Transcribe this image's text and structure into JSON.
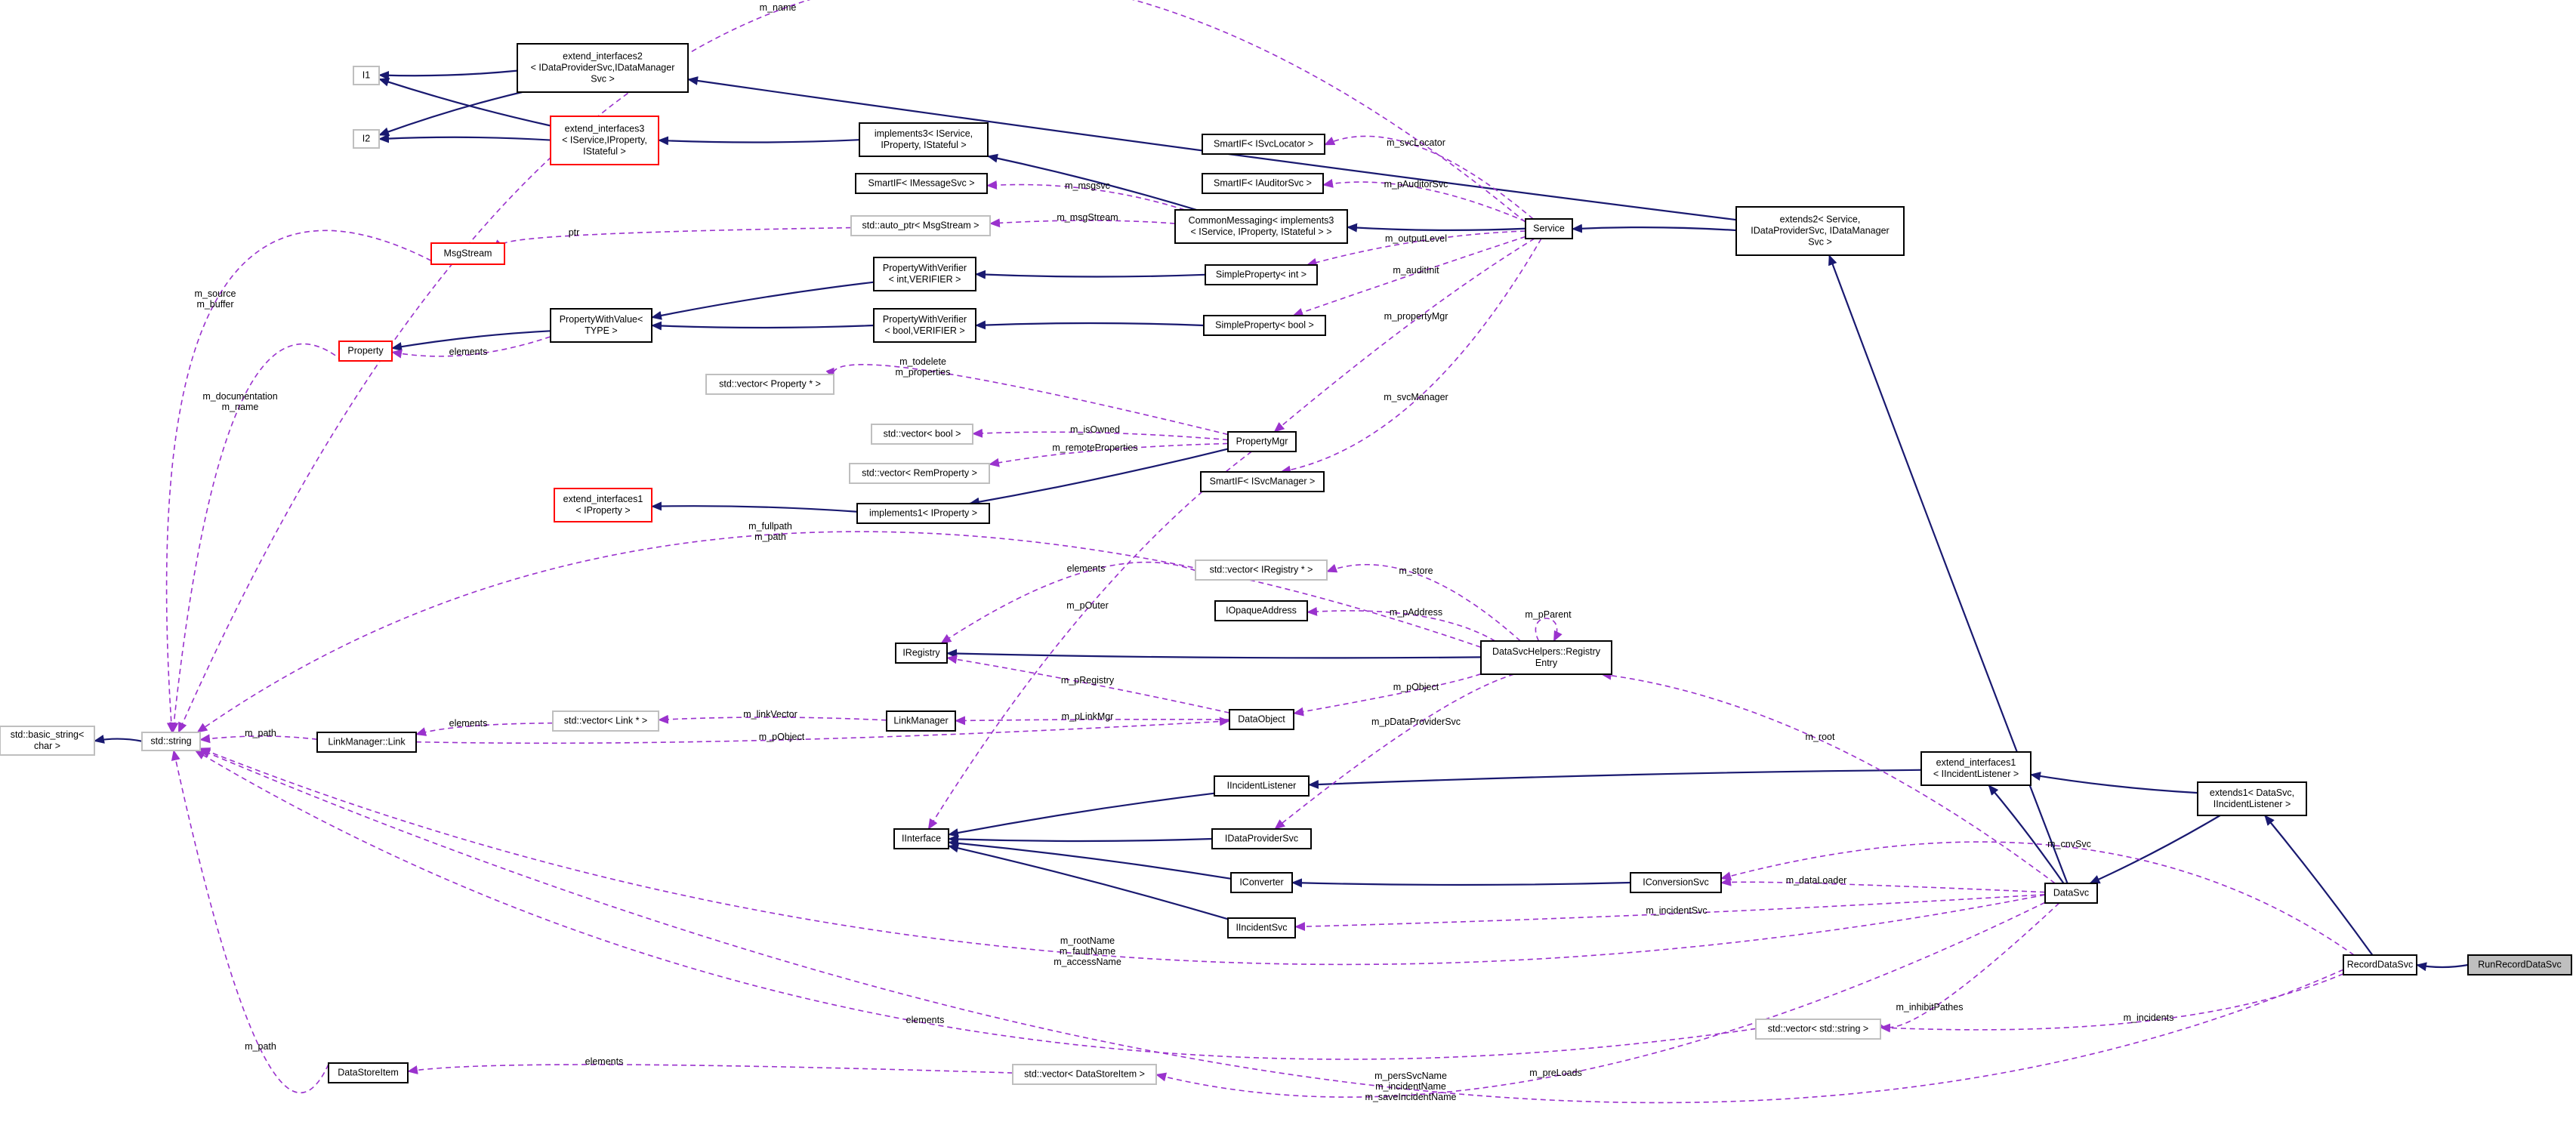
{
  "nodes": {
    "basic_string": [
      "std::basic_string<",
      "char >"
    ],
    "string": [
      "std::string"
    ],
    "I1": [
      "I1"
    ],
    "I2": [
      "I2"
    ],
    "extend_interfaces2": [
      "extend_interfaces2",
      "< IDataProviderSvc,IDataManager",
      "Svc >"
    ],
    "extend_interfaces3": [
      "extend_interfaces3",
      "< IService,IProperty,",
      "IStateful >"
    ],
    "implements3": [
      "implements3< IService,",
      "IProperty, IStateful >"
    ],
    "smartif_msg": [
      "SmartIF< IMessageSvc >"
    ],
    "autoptr_msg": [
      "std::auto_ptr< MsgStream >"
    ],
    "msgstream": [
      "MsgStream"
    ],
    "commonmsg": [
      "CommonMessaging< implements3",
      "< IService, IProperty, IStateful > >"
    ],
    "smartif_loc": [
      "SmartIF< ISvcLocator >"
    ],
    "smartif_aud": [
      "SmartIF< IAuditorSvc >"
    ],
    "service": [
      "Service"
    ],
    "extends2": [
      "extends2< Service,",
      "IDataProviderSvc, IDataManager",
      "Svc >"
    ],
    "pwv_int": [
      "PropertyWithVerifier",
      "< int,VERIFIER >"
    ],
    "pwv_bool": [
      "PropertyWithVerifier",
      "< bool,VERIFIER >"
    ],
    "pwvalue": [
      "PropertyWithValue<",
      "TYPE >"
    ],
    "simple_int": [
      "SimpleProperty< int >"
    ],
    "simple_bool": [
      "SimpleProperty< bool >"
    ],
    "property": [
      "Property"
    ],
    "vec_prop": [
      "std::vector< Property * >"
    ],
    "vec_bool": [
      "std::vector< bool >"
    ],
    "vec_remprop": [
      "std::vector< RemProperty >"
    ],
    "propmgr": [
      "PropertyMgr"
    ],
    "smartif_mgr": [
      "SmartIF< ISvcManager >"
    ],
    "extend_interfaces1_prop": [
      "extend_interfaces1",
      "< IProperty >"
    ],
    "implements1": [
      "implements1< IProperty >"
    ],
    "vec_registry": [
      "std::vector< IRegistry * >"
    ],
    "iopaque": [
      "IOpaqueAddress"
    ],
    "iregistry": [
      "IRegistry"
    ],
    "registry_entry": [
      "DataSvcHelpers::Registry",
      "Entry"
    ],
    "linkmgr_link": [
      "LinkManager::Link"
    ],
    "vec_link": [
      "std::vector< Link * >"
    ],
    "linkmanager": [
      "LinkManager"
    ],
    "dataobject": [
      "DataObject"
    ],
    "ext_if1_incident": [
      "extend_interfaces1",
      "< IIncidentListener >"
    ],
    "iincidentlistener": [
      "IIncidentListener"
    ],
    "extends1": [
      "extends1< DataSvc,",
      "IIncidentListener >"
    ],
    "iinterface": [
      "IInterface"
    ],
    "idataprovider": [
      "IDataProviderSvc"
    ],
    "iconverter": [
      "IConverter"
    ],
    "iconversion": [
      "IConversionSvc"
    ],
    "datasvc": [
      "DataSvc"
    ],
    "iincidentsvc": [
      "IIncidentSvc"
    ],
    "recorddatasvc": [
      "RecordDataSvc"
    ],
    "runrecord": [
      "RunRecordDataSvc"
    ],
    "vec_string": [
      "std::vector< std::string >"
    ],
    "datastoreitem": [
      "DataStoreItem"
    ],
    "vec_dsi": [
      "std::vector< DataStoreItem >"
    ]
  },
  "edge_labels": {
    "m_name": "m_name",
    "ptr": "ptr",
    "m_source_buffer": [
      "m_source",
      "m_buffer"
    ],
    "elements_prop": "elements",
    "m_documentation_name": [
      "m_documentation",
      "m_name"
    ],
    "m_msgsvc": "m_msgsvc",
    "m_msgStream": "m_msgStream",
    "m_svcLocator": "m_svcLocator",
    "m_pAuditorSvc": "m_pAuditorSvc",
    "m_outputLevel": "m_outputLevel",
    "m_auditInit": "m_auditInit",
    "m_propertyMgr": "m_propertyMgr",
    "m_todelete_properties": [
      "m_todelete",
      "m_properties"
    ],
    "m_svcManager": "m_svcManager",
    "m_isOwned": "m_isOwned",
    "m_remoteProperties": "m_remoteProperties",
    "m_fullpath_path": [
      "m_fullpath",
      "m_path"
    ],
    "elements_reg": "elements",
    "m_store": "m_store",
    "m_pParent": "m_pParent",
    "m_pOuter": "m_pOuter",
    "m_pAddress": "m_pAddress",
    "m_pRegistry": "m_pRegistry",
    "m_pObject_reg": "m_pObject",
    "m_path": "m_path",
    "elements_link": "elements",
    "m_linkVector": "m_linkVector",
    "m_pLinkMgr": "m_pLinkMgr",
    "m_pObject_link": "m_pObject",
    "m_pDataProviderSvc": "m_pDataProviderSvc",
    "m_root": "m_root",
    "m_cnvSvc": "m_cnvSvc",
    "m_dataLoader": "m_dataLoader",
    "m_incidentSvc": "m_incidentSvc",
    "m_rootName_etc": [
      "m_rootName",
      "m_faultName",
      "m_accessName"
    ],
    "m_inhibitPathes": "m_inhibitPathes",
    "elements_str": "elements",
    "m_incidents": "m_incidents",
    "m_path_dsi": "m_path",
    "elements_dsi": "elements",
    "m_preLoads": "m_preLoads",
    "m_persSvcName_etc": [
      "m_persSvcName",
      "m_incidentName",
      "m_saveIncidentName"
    ]
  },
  "colors": {
    "inherit": "#191970",
    "use": "#9a32cd",
    "undocumented_border": "#ff0000",
    "external_border": "#bfbfbf",
    "focus_fill": "#bfbfbf"
  }
}
